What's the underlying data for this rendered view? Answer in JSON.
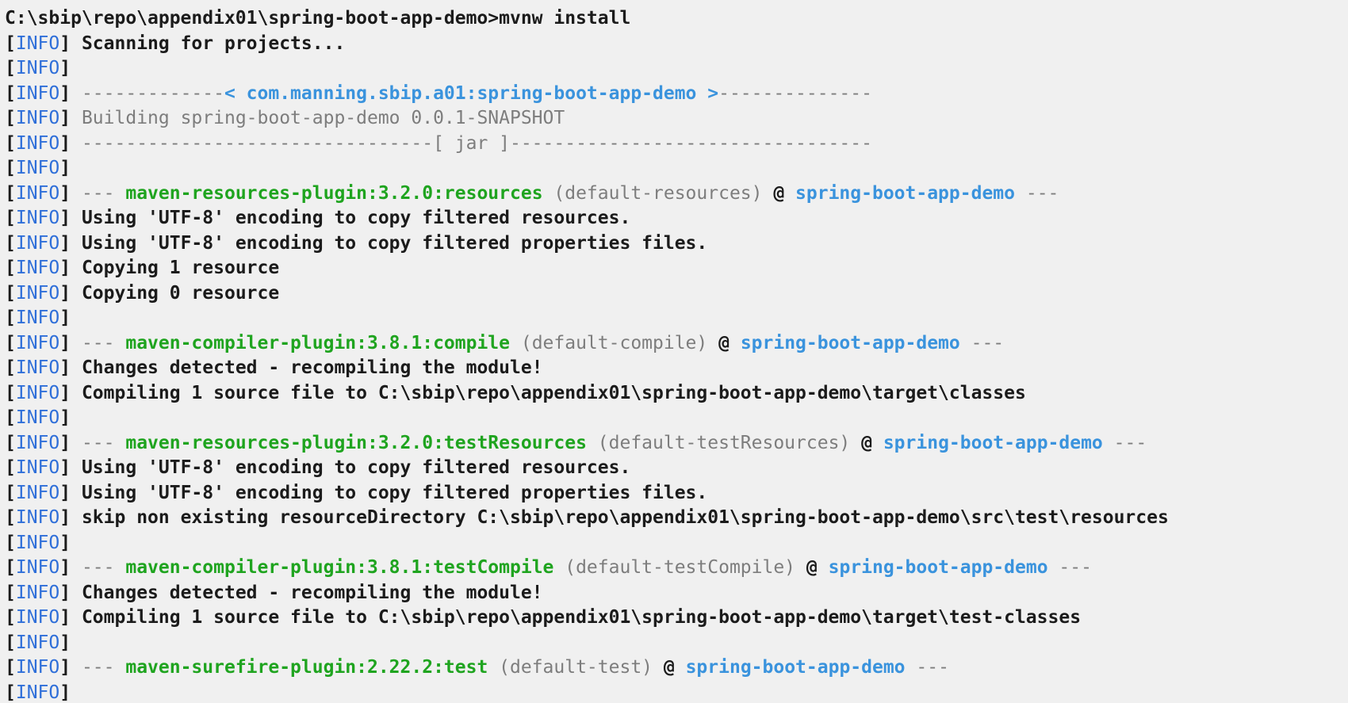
{
  "colors": {
    "background": "#f0f0f0",
    "text_black": "#1b1b1b",
    "info_level_blue": "#2f6fd9",
    "artifact_azure": "#3a93dd",
    "plugin_green": "#1fa41f",
    "muted_gray": "#7d7d7d"
  },
  "terminal": {
    "prompt_line": "C:\\sbip\\repo\\appendix01\\spring-boot-app-demo>mvnw install",
    "command": "mvnw install",
    "lines": [
      [
        {
          "s": "k",
          "t": "C:\\sbip\\repo\\appendix01\\spring-boot-app-demo>mvnw install"
        }
      ],
      [
        {
          "s": "k",
          "t": "["
        },
        {
          "s": "b",
          "t": "INFO"
        },
        {
          "s": "k",
          "t": "] "
        },
        {
          "s": "k",
          "t": "Scanning for projects..."
        }
      ],
      [
        {
          "s": "k",
          "t": "["
        },
        {
          "s": "b",
          "t": "INFO"
        },
        {
          "s": "k",
          "t": "] "
        }
      ],
      [
        {
          "s": "k",
          "t": "["
        },
        {
          "s": "b",
          "t": "INFO"
        },
        {
          "s": "k",
          "t": "] "
        },
        {
          "s": "g",
          "t": "-------------"
        },
        {
          "s": "a",
          "t": "< com.manning.sbip.a01:spring-boot-app-demo >"
        },
        {
          "s": "g",
          "t": "--------------"
        }
      ],
      [
        {
          "s": "k",
          "t": "["
        },
        {
          "s": "b",
          "t": "INFO"
        },
        {
          "s": "k",
          "t": "] "
        },
        {
          "s": "g",
          "t": "Building spring-boot-app-demo 0.0.1-SNAPSHOT"
        }
      ],
      [
        {
          "s": "k",
          "t": "["
        },
        {
          "s": "b",
          "t": "INFO"
        },
        {
          "s": "k",
          "t": "] "
        },
        {
          "s": "g",
          "t": "--------------------------------[ jar ]---------------------------------"
        }
      ],
      [
        {
          "s": "k",
          "t": "["
        },
        {
          "s": "b",
          "t": "INFO"
        },
        {
          "s": "k",
          "t": "] "
        }
      ],
      [
        {
          "s": "k",
          "t": "["
        },
        {
          "s": "b",
          "t": "INFO"
        },
        {
          "s": "k",
          "t": "] "
        },
        {
          "s": "g",
          "t": "--- "
        },
        {
          "s": "n",
          "t": "maven-resources-plugin:3.2.0:resources"
        },
        {
          "s": "g",
          "t": " (default-resources) "
        },
        {
          "s": "k",
          "t": "@ "
        },
        {
          "s": "a",
          "t": "spring-boot-app-demo"
        },
        {
          "s": "g",
          "t": " ---"
        }
      ],
      [
        {
          "s": "k",
          "t": "["
        },
        {
          "s": "b",
          "t": "INFO"
        },
        {
          "s": "k",
          "t": "] "
        },
        {
          "s": "k",
          "t": "Using 'UTF-8' encoding to copy filtered resources."
        }
      ],
      [
        {
          "s": "k",
          "t": "["
        },
        {
          "s": "b",
          "t": "INFO"
        },
        {
          "s": "k",
          "t": "] "
        },
        {
          "s": "k",
          "t": "Using 'UTF-8' encoding to copy filtered properties files."
        }
      ],
      [
        {
          "s": "k",
          "t": "["
        },
        {
          "s": "b",
          "t": "INFO"
        },
        {
          "s": "k",
          "t": "] "
        },
        {
          "s": "k",
          "t": "Copying 1 resource"
        }
      ],
      [
        {
          "s": "k",
          "t": "["
        },
        {
          "s": "b",
          "t": "INFO"
        },
        {
          "s": "k",
          "t": "] "
        },
        {
          "s": "k",
          "t": "Copying 0 resource"
        }
      ],
      [
        {
          "s": "k",
          "t": "["
        },
        {
          "s": "b",
          "t": "INFO"
        },
        {
          "s": "k",
          "t": "] "
        }
      ],
      [
        {
          "s": "k",
          "t": "["
        },
        {
          "s": "b",
          "t": "INFO"
        },
        {
          "s": "k",
          "t": "] "
        },
        {
          "s": "g",
          "t": "--- "
        },
        {
          "s": "n",
          "t": "maven-compiler-plugin:3.8.1:compile"
        },
        {
          "s": "g",
          "t": " (default-compile) "
        },
        {
          "s": "k",
          "t": "@ "
        },
        {
          "s": "a",
          "t": "spring-boot-app-demo"
        },
        {
          "s": "g",
          "t": " ---"
        }
      ],
      [
        {
          "s": "k",
          "t": "["
        },
        {
          "s": "b",
          "t": "INFO"
        },
        {
          "s": "k",
          "t": "] "
        },
        {
          "s": "k",
          "t": "Changes detected - recompiling the module!"
        }
      ],
      [
        {
          "s": "k",
          "t": "["
        },
        {
          "s": "b",
          "t": "INFO"
        },
        {
          "s": "k",
          "t": "] "
        },
        {
          "s": "k",
          "t": "Compiling 1 source file to C:\\sbip\\repo\\appendix01\\spring-boot-app-demo\\target\\classes"
        }
      ],
      [
        {
          "s": "k",
          "t": "["
        },
        {
          "s": "b",
          "t": "INFO"
        },
        {
          "s": "k",
          "t": "] "
        }
      ],
      [
        {
          "s": "k",
          "t": "["
        },
        {
          "s": "b",
          "t": "INFO"
        },
        {
          "s": "k",
          "t": "] "
        },
        {
          "s": "g",
          "t": "--- "
        },
        {
          "s": "n",
          "t": "maven-resources-plugin:3.2.0:testResources"
        },
        {
          "s": "g",
          "t": " (default-testResources) "
        },
        {
          "s": "k",
          "t": "@ "
        },
        {
          "s": "a",
          "t": "spring-boot-app-demo"
        },
        {
          "s": "g",
          "t": " ---"
        }
      ],
      [
        {
          "s": "k",
          "t": "["
        },
        {
          "s": "b",
          "t": "INFO"
        },
        {
          "s": "k",
          "t": "] "
        },
        {
          "s": "k",
          "t": "Using 'UTF-8' encoding to copy filtered resources."
        }
      ],
      [
        {
          "s": "k",
          "t": "["
        },
        {
          "s": "b",
          "t": "INFO"
        },
        {
          "s": "k",
          "t": "] "
        },
        {
          "s": "k",
          "t": "Using 'UTF-8' encoding to copy filtered properties files."
        }
      ],
      [
        {
          "s": "k",
          "t": "["
        },
        {
          "s": "b",
          "t": "INFO"
        },
        {
          "s": "k",
          "t": "] "
        },
        {
          "s": "k",
          "t": "skip non existing resourceDirectory C:\\sbip\\repo\\appendix01\\spring-boot-app-demo\\src\\test\\resources"
        }
      ],
      [
        {
          "s": "k",
          "t": "["
        },
        {
          "s": "b",
          "t": "INFO"
        },
        {
          "s": "k",
          "t": "] "
        }
      ],
      [
        {
          "s": "k",
          "t": "["
        },
        {
          "s": "b",
          "t": "INFO"
        },
        {
          "s": "k",
          "t": "] "
        },
        {
          "s": "g",
          "t": "--- "
        },
        {
          "s": "n",
          "t": "maven-compiler-plugin:3.8.1:testCompile"
        },
        {
          "s": "g",
          "t": " (default-testCompile) "
        },
        {
          "s": "k",
          "t": "@ "
        },
        {
          "s": "a",
          "t": "spring-boot-app-demo"
        },
        {
          "s": "g",
          "t": " ---"
        }
      ],
      [
        {
          "s": "k",
          "t": "["
        },
        {
          "s": "b",
          "t": "INFO"
        },
        {
          "s": "k",
          "t": "] "
        },
        {
          "s": "k",
          "t": "Changes detected - recompiling the module!"
        }
      ],
      [
        {
          "s": "k",
          "t": "["
        },
        {
          "s": "b",
          "t": "INFO"
        },
        {
          "s": "k",
          "t": "] "
        },
        {
          "s": "k",
          "t": "Compiling 1 source file to C:\\sbip\\repo\\appendix01\\spring-boot-app-demo\\target\\test-classes"
        }
      ],
      [
        {
          "s": "k",
          "t": "["
        },
        {
          "s": "b",
          "t": "INFO"
        },
        {
          "s": "k",
          "t": "] "
        }
      ],
      [
        {
          "s": "k",
          "t": "["
        },
        {
          "s": "b",
          "t": "INFO"
        },
        {
          "s": "k",
          "t": "] "
        },
        {
          "s": "g",
          "t": "--- "
        },
        {
          "s": "n",
          "t": "maven-surefire-plugin:2.22.2:test"
        },
        {
          "s": "g",
          "t": " (default-test) "
        },
        {
          "s": "k",
          "t": "@ "
        },
        {
          "s": "a",
          "t": "spring-boot-app-demo"
        },
        {
          "s": "g",
          "t": " ---"
        }
      ],
      [
        {
          "s": "k",
          "t": "["
        },
        {
          "s": "b",
          "t": "INFO"
        },
        {
          "s": "k",
          "t": "] "
        }
      ]
    ]
  }
}
